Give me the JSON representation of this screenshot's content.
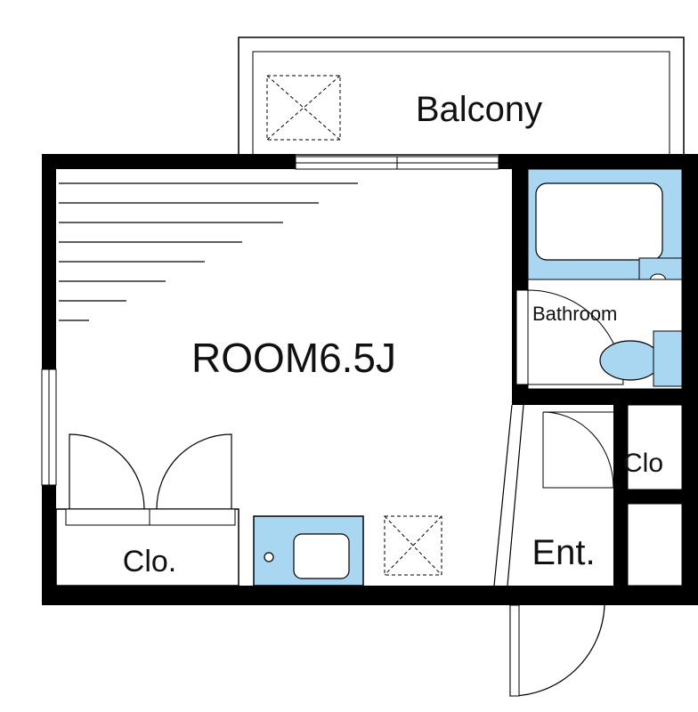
{
  "labels": {
    "balcony": "Balcony",
    "room": "ROOM6.5J",
    "bathroom": "Bathroom",
    "closet_main": "Clo.",
    "closet_side": "Clo",
    "entrance": "Ent."
  },
  "colors": {
    "wall": "#000000",
    "fixture_fill": "#a9d6f1",
    "line": "#000000",
    "background": "#ffffff"
  },
  "icons": {
    "balcony_marker": "dashed-x-square",
    "room_marker": "dashed-x-square"
  }
}
